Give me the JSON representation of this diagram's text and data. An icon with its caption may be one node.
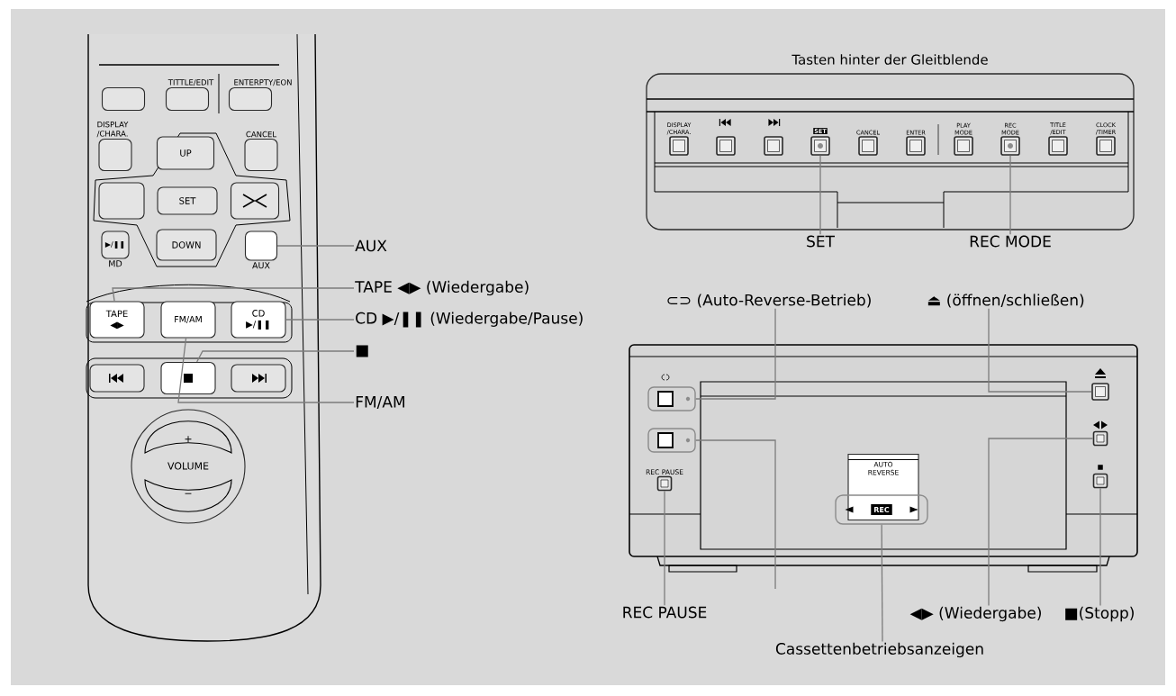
{
  "diagram": {
    "nodes": [
      {
        "text": [],
        "shape": "box"
      },
      {
        "text": [
          "TITTLE/EDIT"
        ]
      },
      {
        "text": [
          "ENTERPTY/EON"
        ]
      },
      {
        "text": [
          "DISPLAY /CHARA."
        ]
      },
      {
        "text": [
          "UP"
        ]
      },
      {
        "text": [
          "CANCEL"
        ]
      },
      {
        "text": [],
        "shape": "box"
      },
      {
        "text": [
          "SET"
        ]
      },
      {
        "text": [],
        "shape": "box"
      },
      {
        "text": [
          "▶/❚❚",
          "MD"
        ]
      },
      {
        "text": [
          "DOWN"
        ]
      },
      {
        "text": [
          "AUX"
        ]
      },
      {
        "text": [
          "TAPE ◀▶"
        ]
      },
      {
        "text": [
          "FM/AM"
        ]
      },
      {
        "text": [
          "CD ▶/❚❚"
        ]
      },
      {
        "text": [],
        "shape": "box"
      },
      {
        "text": [],
        "shape": "box"
      },
      {
        "text": [],
        "shape": "box"
      },
      {
        "text": [
          "+",
          "VOLUME",
          "−"
        ]
      },
      {
        "text": [
          "AUX"
        ]
      },
      {
        "text": [
          "TAPE ◀▶ (Wiedergabe)"
        ]
      },
      {
        "text": [
          "CD ▶/❚❚ (Wiedergabe/Pause)"
        ]
      },
      {
        "text": [
          "■"
        ]
      },
      {
        "text": [
          "FM/AM"
        ]
      },
      {
        "text": [
          "Tasten hinter der Gleitblende"
        ]
      },
      {
        "text": [
          "DISPLAY /CHARA."
        ],
        "in": 24
      },
      {
        "text": [],
        "shape": "box",
        "in": 24
      },
      {
        "text": [],
        "shape": "box",
        "in": 24
      },
      {
        "text": [
          "SET"
        ],
        "in": 24
      },
      {
        "text": [
          "CANCEL"
        ],
        "in": 24
      },
      {
        "text": [
          "ENTER"
        ],
        "in": 24
      },
      {
        "text": [
          "PLAY MODE"
        ],
        "in": 24
      },
      {
        "text": [
          "REC MODE"
        ],
        "in": 24
      },
      {
        "text": [
          "TITLE /EDIT"
        ],
        "in": 24
      },
      {
        "text": [
          "CLOCK /TIMER"
        ],
        "in": 24
      },
      {
        "text": [
          "SET"
        ]
      },
      {
        "text": [
          "REC MODE"
        ]
      },
      {
        "text": [],
        "shape": "box"
      },
      {
        "text": [],
        "shape": "box"
      },
      {
        "text": [
          "REC PAUSE"
        ]
      },
      {
        "text": [],
        "shape": "box"
      },
      {
        "text": [],
        "shape": "box"
      },
      {
        "text": [],
        "shape": "box"
      },
      {
        "text": [
          "AUTO REVERSE"
        ]
      },
      {
        "text": [
          "REC"
        ]
      },
      {
        "text": [
          "⊂⊃ (Auto-Reverse-Betrieb)"
        ]
      },
      {
        "text": [
          "⏏ (öffnen/schließen)"
        ]
      },
      {
        "text": [
          "REC PAUSE"
        ]
      },
      {
        "text": [
          "◀▶ (Wiedergabe)"
        ]
      },
      {
        "text": [
          "■(Stopp)"
        ]
      },
      {
        "text": [
          "Cassettenbetriebsanzeigen"
        ]
      }
    ],
    "edges": [
      {
        "from": 19,
        "to": 11,
        "arrow": "none"
      },
      {
        "from": 20,
        "to": 12,
        "arrow": "none"
      },
      {
        "from": 21,
        "to": 14,
        "arrow": "none"
      },
      {
        "from": 22,
        "to": 16,
        "arrow": "none"
      },
      {
        "from": 23,
        "to": 13,
        "arrow": "none"
      },
      {
        "from": 35,
        "to": 28,
        "arrow": "none"
      },
      {
        "from": 36,
        "to": 32,
        "arrow": "none"
      },
      {
        "from": 45,
        "to": 37,
        "arrow": "none"
      },
      {
        "from": 46,
        "to": 40,
        "arrow": "none"
      },
      {
        "from": null,
        "to": 38,
        "arrow": "none"
      },
      {
        "from": 47,
        "to": 39,
        "arrow": "none"
      },
      {
        "from": 48,
        "to": 41,
        "arrow": "none"
      },
      {
        "from": 49,
        "to": 42,
        "arrow": "none"
      },
      {
        "from": 50,
        "to": 44,
        "arrow": "none"
      }
    ]
  }
}
